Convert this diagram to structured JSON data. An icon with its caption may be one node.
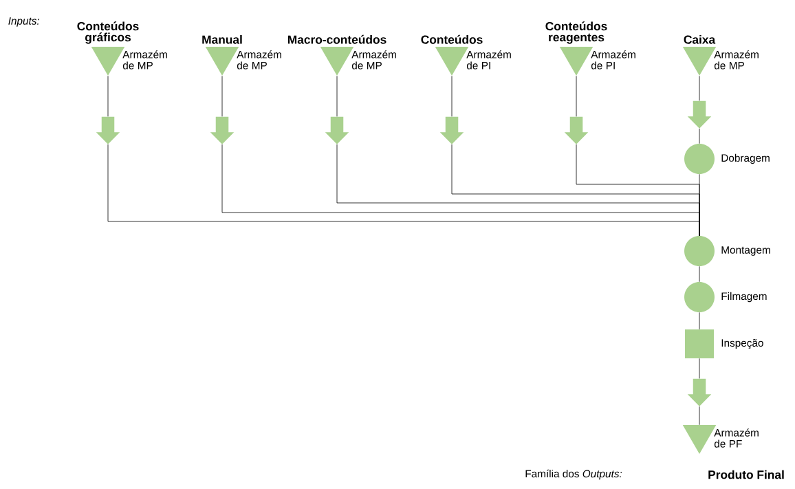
{
  "diagram": {
    "nodes": [
      {
        "text": [
          "Conteúdos gráficos"
        ],
        "beside": [
          "Armazém de MP"
        ]
      },
      {
        "text": [],
        "shape": "arrow"
      },
      {
        "text": [
          "Manual"
        ],
        "beside": [
          "Armazém de MP"
        ]
      },
      {
        "text": [],
        "shape": "arrow"
      },
      {
        "text": [
          "Macro-conteúdos"
        ],
        "beside": [
          "Armazém de MP"
        ]
      },
      {
        "text": [],
        "shape": "arrow"
      },
      {
        "text": [
          "Conteúdos"
        ],
        "beside": [
          "Armazém de PI"
        ]
      },
      {
        "text": [],
        "shape": "arrow"
      },
      {
        "text": [
          "Conteúdos reagentes"
        ],
        "beside": [
          "Armazém de PI"
        ]
      },
      {
        "text": [],
        "shape": "arrow"
      },
      {
        "text": [
          "Caixa"
        ],
        "beside": [
          "Armazém de MP"
        ]
      },
      {
        "text": [],
        "shape": "arrow"
      },
      {
        "text": [],
        "shape": "circle",
        "beside": [
          "Dobragem"
        ]
      },
      {
        "text": [],
        "shape": "circle",
        "beside": [
          "Montagem"
        ]
      },
      {
        "text": [],
        "shape": "circle",
        "beside": [
          "Filmagem"
        ]
      },
      {
        "text": [],
        "shape": "box",
        "beside": [
          "Inspeção"
        ]
      },
      {
        "text": [],
        "shape": "arrow"
      },
      {
        "text": [],
        "shape": "triangle",
        "beside": [
          "Armazém de PF"
        ]
      }
    ],
    "edges": [
      {
        "from": 0,
        "to": 1,
        "arrow": "none"
      },
      {
        "from": 1,
        "to": 13,
        "arrow": "none"
      },
      {
        "from": 2,
        "to": 3,
        "arrow": "none"
      },
      {
        "from": 3,
        "to": 13,
        "arrow": "none"
      },
      {
        "from": 4,
        "to": 5,
        "arrow": "none"
      },
      {
        "from": 5,
        "to": 13,
        "arrow": "none"
      },
      {
        "from": 6,
        "to": 7,
        "arrow": "none"
      },
      {
        "from": 7,
        "to": 13,
        "arrow": "none"
      },
      {
        "from": 8,
        "to": 9,
        "arrow": "none"
      },
      {
        "from": 9,
        "to": 13,
        "arrow": "none"
      },
      {
        "from": 10,
        "to": 11,
        "arrow": "none"
      },
      {
        "from": 11,
        "to": 12,
        "arrow": "none"
      },
      {
        "from": 12,
        "to": 13,
        "arrow": "none"
      },
      {
        "from": 13,
        "to": 14,
        "arrow": "none"
      },
      {
        "from": 14,
        "to": 15,
        "arrow": "none"
      },
      {
        "from": 15,
        "to": 16,
        "arrow": "none"
      },
      {
        "from": 16,
        "to": 17,
        "arrow": "none"
      }
    ],
    "labels": [
      "Inputs:",
      "Família dos *Outputs:*",
      "Produto Final"
    ]
  }
}
